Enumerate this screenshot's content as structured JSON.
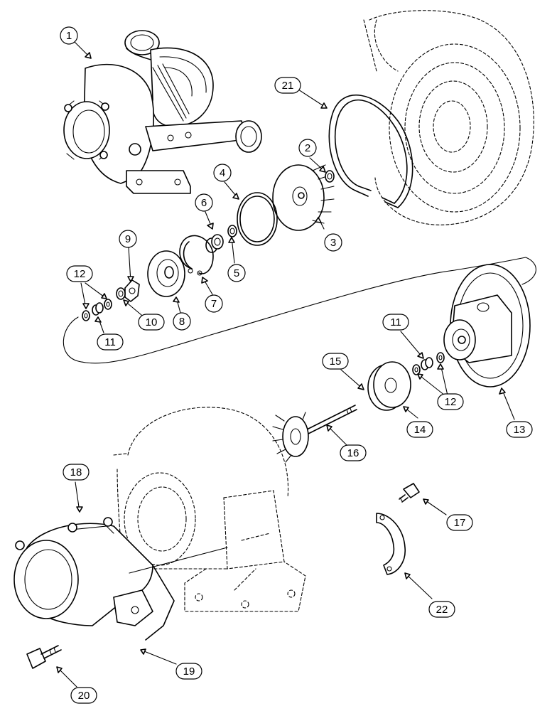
{
  "callouts": [
    {
      "id": "c1",
      "label": "1"
    },
    {
      "id": "c2",
      "label": "2"
    },
    {
      "id": "c3",
      "label": "3"
    },
    {
      "id": "c4",
      "label": "4"
    },
    {
      "id": "c5",
      "label": "5"
    },
    {
      "id": "c6",
      "label": "6"
    },
    {
      "id": "c7",
      "label": "7"
    },
    {
      "id": "c8",
      "label": "8"
    },
    {
      "id": "c9",
      "label": "9"
    },
    {
      "id": "c10",
      "label": "10"
    },
    {
      "id": "c11a",
      "label": "11"
    },
    {
      "id": "c11b",
      "label": "11"
    },
    {
      "id": "c12a",
      "label": "12"
    },
    {
      "id": "c12b",
      "label": "12"
    },
    {
      "id": "c13",
      "label": "13"
    },
    {
      "id": "c14",
      "label": "14"
    },
    {
      "id": "c15",
      "label": "15"
    },
    {
      "id": "c16",
      "label": "16"
    },
    {
      "id": "c17",
      "label": "17"
    },
    {
      "id": "c18",
      "label": "18"
    },
    {
      "id": "c19",
      "label": "19"
    },
    {
      "id": "c20",
      "label": "20"
    },
    {
      "id": "c21",
      "label": "21"
    },
    {
      "id": "c22",
      "label": "22"
    }
  ]
}
